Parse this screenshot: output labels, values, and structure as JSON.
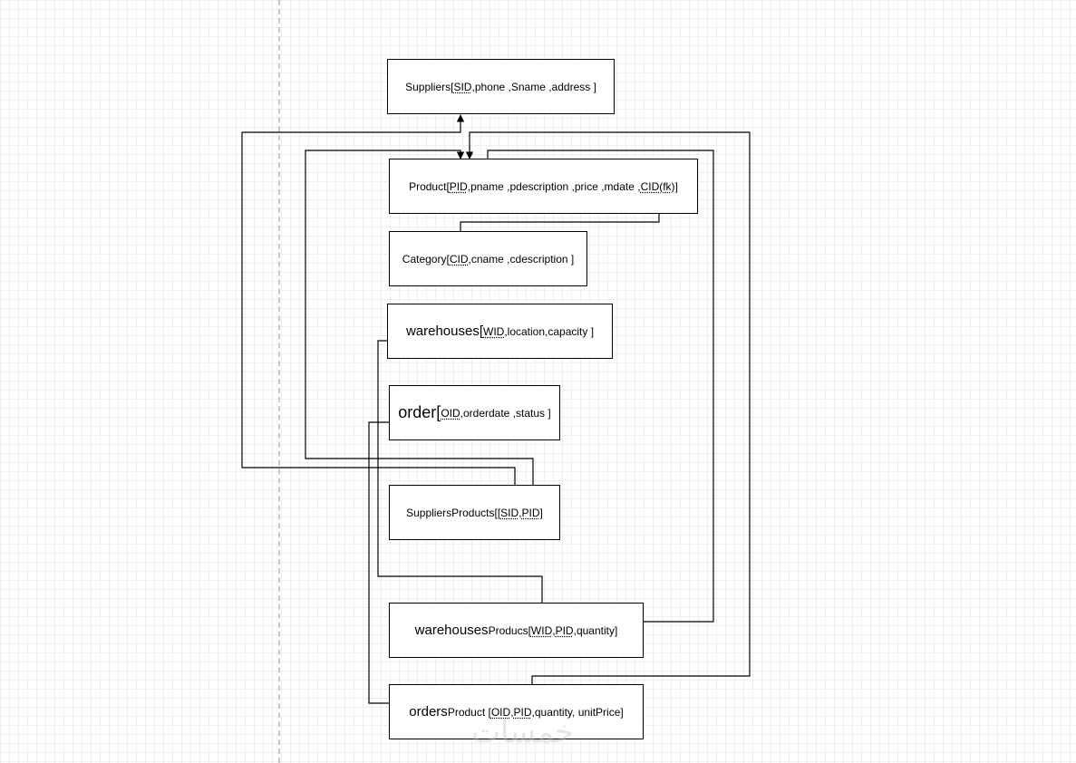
{
  "entities": {
    "suppliers": {
      "name": "Suppliers",
      "open": " [",
      "k1": "SID ",
      "rest": ",phone ,Sname ,address ]"
    },
    "product": {
      "name": "Product",
      "open": " [",
      "k1": "PID ",
      "mid": ",pname ,pdescription ,price ,mdate ,",
      "k2": "CID(fk) ",
      "close": "]"
    },
    "category": {
      "name": "Category",
      "open": " [",
      "k1": "CID ",
      "rest": ",cname ,cdescription ]"
    },
    "warehouses": {
      "name": "warehouses",
      "open": " [",
      "k1": "WID  ",
      "rest": ",location,capacity  ]"
    },
    "order": {
      "name": "order[",
      "k1": "OID ",
      "rest": ",orderdate ,status ]"
    },
    "suppliers_products": {
      "name": "SuppliersProducts",
      "open": " [[",
      "k1": "SID  ",
      "sep": ",",
      "k2": "PID ",
      "close": "]"
    },
    "warehouses_products": {
      "name": "warehouses",
      "name_suffix": "Producs[ ",
      "k1": "WID  ",
      "sep": ",",
      "k2": "PID  ",
      "close": ",quantity]"
    },
    "orders_product": {
      "name": "orders",
      "name_suffix": "Product [",
      "k1": "OID    ",
      "sep": ",",
      "k2": "PID  ",
      "close": ",quantity, unitPrice]"
    }
  },
  "watermark": "خمسات"
}
